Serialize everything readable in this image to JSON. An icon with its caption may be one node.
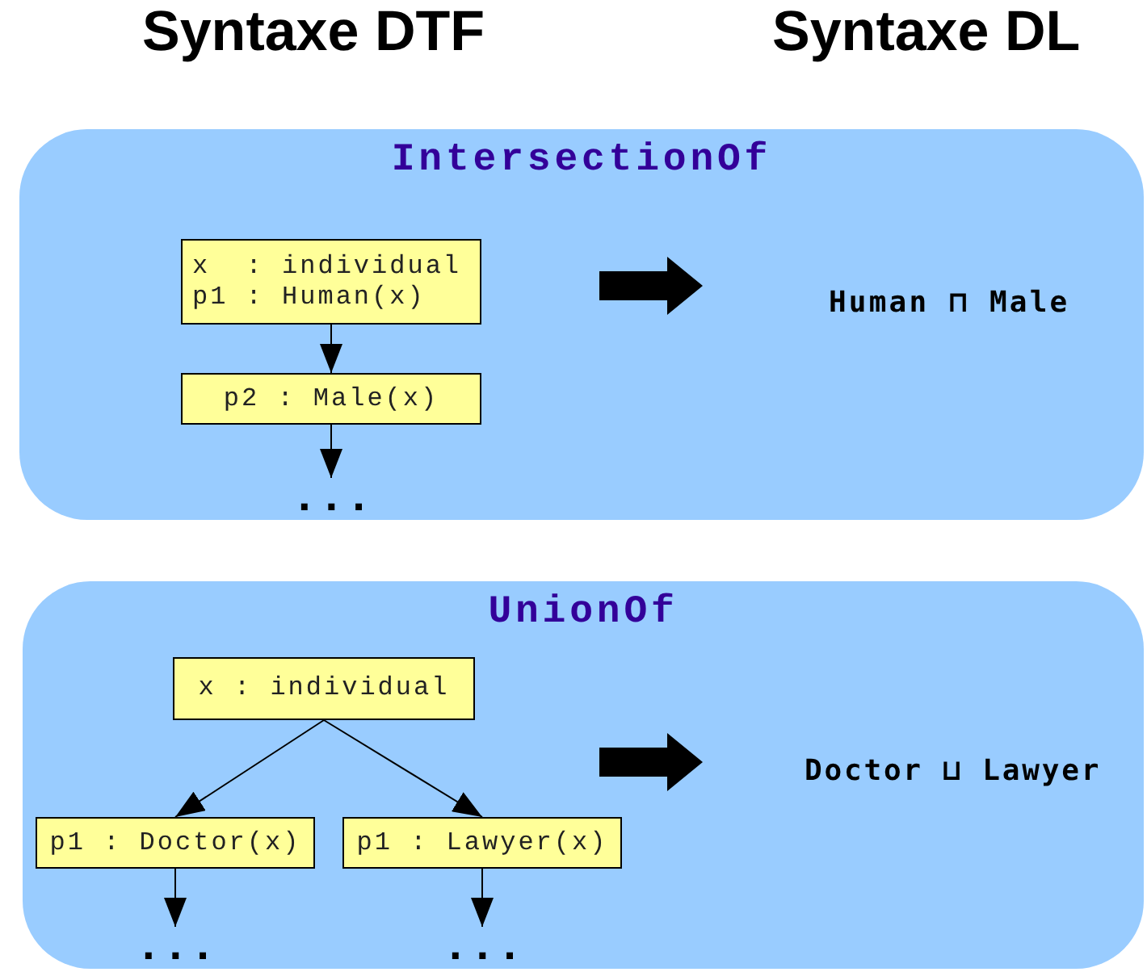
{
  "diagram": {
    "nodes": [
      {
        "text": [
          "IntersectionOf"
        ]
      },
      {
        "text": [
          "x  : individual",
          "p1 : Human(x)"
        ],
        "in": 0
      },
      {
        "text": [
          "p2 : Male(x)"
        ],
        "in": 0
      },
      {
        "text": [
          "..."
        ],
        "in": 0
      },
      {
        "text": [
          "UnionOf"
        ]
      },
      {
        "text": [
          "x : individual"
        ],
        "in": 4
      },
      {
        "text": [
          "p1 : Doctor(x)"
        ],
        "in": 4
      },
      {
        "text": [
          "p1 : Lawyer(x)"
        ],
        "in": 4
      },
      {
        "text": [
          "..."
        ],
        "in": 4
      },
      {
        "text": [
          "..."
        ],
        "in": 4
      }
    ],
    "edges": [
      {
        "from": 1,
        "to": 2,
        "arrow": "to"
      },
      {
        "from": 2,
        "to": 3,
        "arrow": "to"
      },
      {
        "from": 5,
        "to": 6,
        "arrow": "to"
      },
      {
        "from": 5,
        "to": 7,
        "arrow": "to"
      },
      {
        "from": 6,
        "to": 8,
        "arrow": "to"
      },
      {
        "from": 7,
        "to": 9,
        "arrow": "to"
      }
    ],
    "labels": [
      "Syntaxe DTF",
      "Syntaxe DL",
      "Human ⊓ Male",
      "Doctor ⊔ Lawyer"
    ]
  }
}
